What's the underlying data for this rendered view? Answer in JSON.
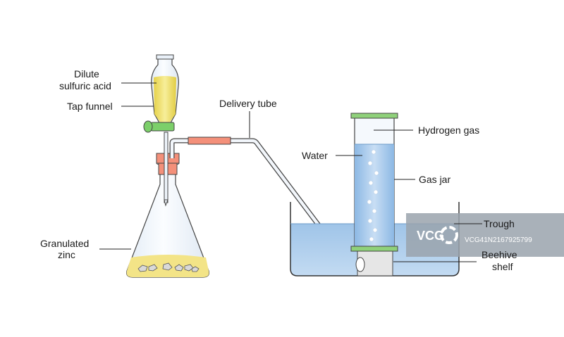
{
  "labels": {
    "acid_line1": "Dilute",
    "acid_line2": "sulfuric acid",
    "tap_funnel": "Tap funnel",
    "delivery_tube": "Delivery tube",
    "hydrogen_gas": "Hydrogen gas",
    "water": "Water",
    "gas_jar": "Gas jar",
    "trough": "Trough",
    "zinc_line1": "Granulated",
    "zinc_line2": "zinc",
    "shelf_line1": "Beehive",
    "shelf_line2": "shelf"
  },
  "watermark": {
    "logo": "VCG",
    "id_text": "VCG41N2167925799"
  },
  "colors": {
    "acid": "#f0e46a",
    "zinc_solution": "#f3e487",
    "stopper": "#f4907a",
    "stopcock": "#7ccf6a",
    "jar_cap": "#8fd17a",
    "water": "#a9cbea",
    "glass": "#eef4fb",
    "outline": "#333333"
  }
}
